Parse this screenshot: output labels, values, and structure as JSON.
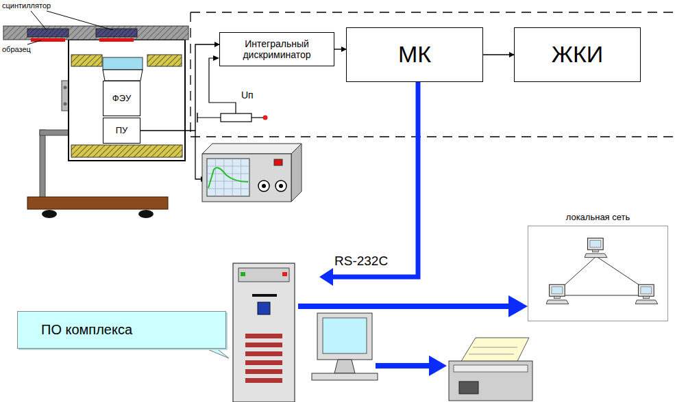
{
  "diagram": {
    "nodes": [
      {
        "text": [
          "ФЭУ"
        ]
      },
      {
        "text": [
          "ПУ"
        ]
      },
      {
        "text": [
          "Интегральный дискриминатор"
        ]
      },
      {
        "text": [
          "МК"
        ]
      },
      {
        "text": [
          "ЖКИ"
        ]
      },
      {
        "text": [
          "локальная сеть"
        ]
      },
      {
        "text": [
          "ПО комплекса"
        ]
      }
    ],
    "edges": [
      {
        "from": 1,
        "to": 2,
        "arrow": "to"
      },
      {
        "from": 2,
        "to": 3,
        "arrow": "to"
      },
      {
        "from": 3,
        "to": 4,
        "arrow": "to"
      }
    ],
    "labels": [
      "сцинтиллятор",
      "образец",
      "Uп",
      "RS-232C"
    ]
  }
}
